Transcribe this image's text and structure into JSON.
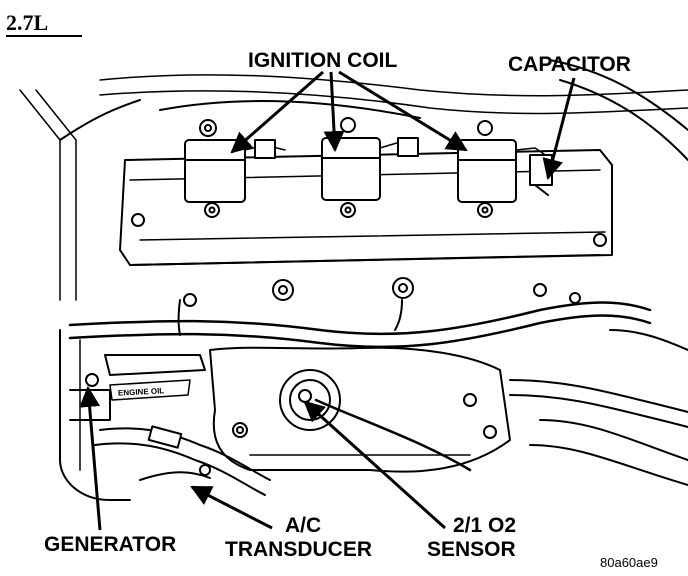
{
  "figure": {
    "engine": "2.7L",
    "figure_id": "80a60ae9"
  },
  "callouts": {
    "ignition_coil": "IGNITION COIL",
    "capacitor": "CAPACITOR",
    "generator": "GENERATOR",
    "ac_transducer_line1": "A/C",
    "ac_transducer_line2": "TRANSDUCER",
    "o2_sensor_line1": "2/1 O2",
    "o2_sensor_line2": "SENSOR"
  },
  "tags": {
    "engine_oil": "ENGINE OIL"
  }
}
